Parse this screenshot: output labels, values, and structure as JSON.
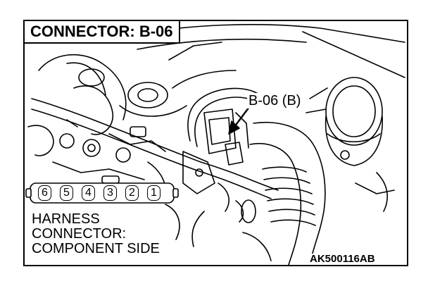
{
  "title": "CONNECTOR: B-06",
  "callout_label": "B-06 (B)",
  "harness_label": [
    "HARNESS",
    "CONNECTOR:",
    "COMPONENT SIDE"
  ],
  "pins": [
    "6",
    "5",
    "4",
    "3",
    "2",
    "1"
  ],
  "figure_code": "AK500116AB",
  "colors": {
    "line": "#000000",
    "background": "#ffffff"
  }
}
